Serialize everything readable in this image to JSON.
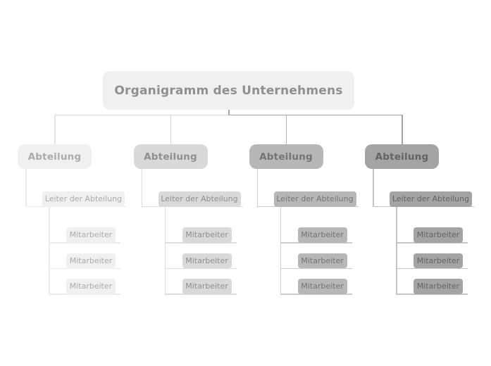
{
  "canvas": {
    "bg": "#ffffff"
  },
  "title": {
    "label": "Organigramm des Unternehmens",
    "bg": "#f0f0f0",
    "color": "#8f8f8f"
  },
  "connector": {
    "stub_color": "#a6a6a6",
    "left_segment_color": "#d8d8d8",
    "right_segment_color": "#a6a6a6"
  },
  "columns": [
    {
      "department": "Abteilung",
      "leader": "Leiter der Abteilung",
      "employees": [
        "Mitarbeiter",
        "Mitarbeiter",
        "Mitarbeiter"
      ],
      "box_bg": "#f0f0f0",
      "text_color": "#ababab",
      "line_color": "#ebebeb",
      "drop_color": "#e4e4e4"
    },
    {
      "department": "Abteilung",
      "leader": "Leiter der Abteilung",
      "employees": [
        "Mitarbeiter",
        "Mitarbeiter",
        "Mitarbeiter"
      ],
      "box_bg": "#d9d9d9",
      "text_color": "#8f8f8f",
      "line_color": "#dddddd",
      "drop_color": "#d4d4d4"
    },
    {
      "department": "Abteilung",
      "leader": "Leiter der Abteilung",
      "employees": [
        "Mitarbeiter",
        "Mitarbeiter",
        "Mitarbeiter"
      ],
      "box_bg": "#b7b7b7",
      "text_color": "#747474",
      "line_color": "#cccccc",
      "drop_color": "#b2b2b2"
    },
    {
      "department": "Abteilung",
      "leader": "Leiter der Abteilung",
      "employees": [
        "Mitarbeiter",
        "Mitarbeiter",
        "Mitarbeiter"
      ],
      "box_bg": "#a4a4a4",
      "text_color": "#636363",
      "line_color": "#c5c5c5",
      "drop_color": "#a2a2a2"
    }
  ]
}
